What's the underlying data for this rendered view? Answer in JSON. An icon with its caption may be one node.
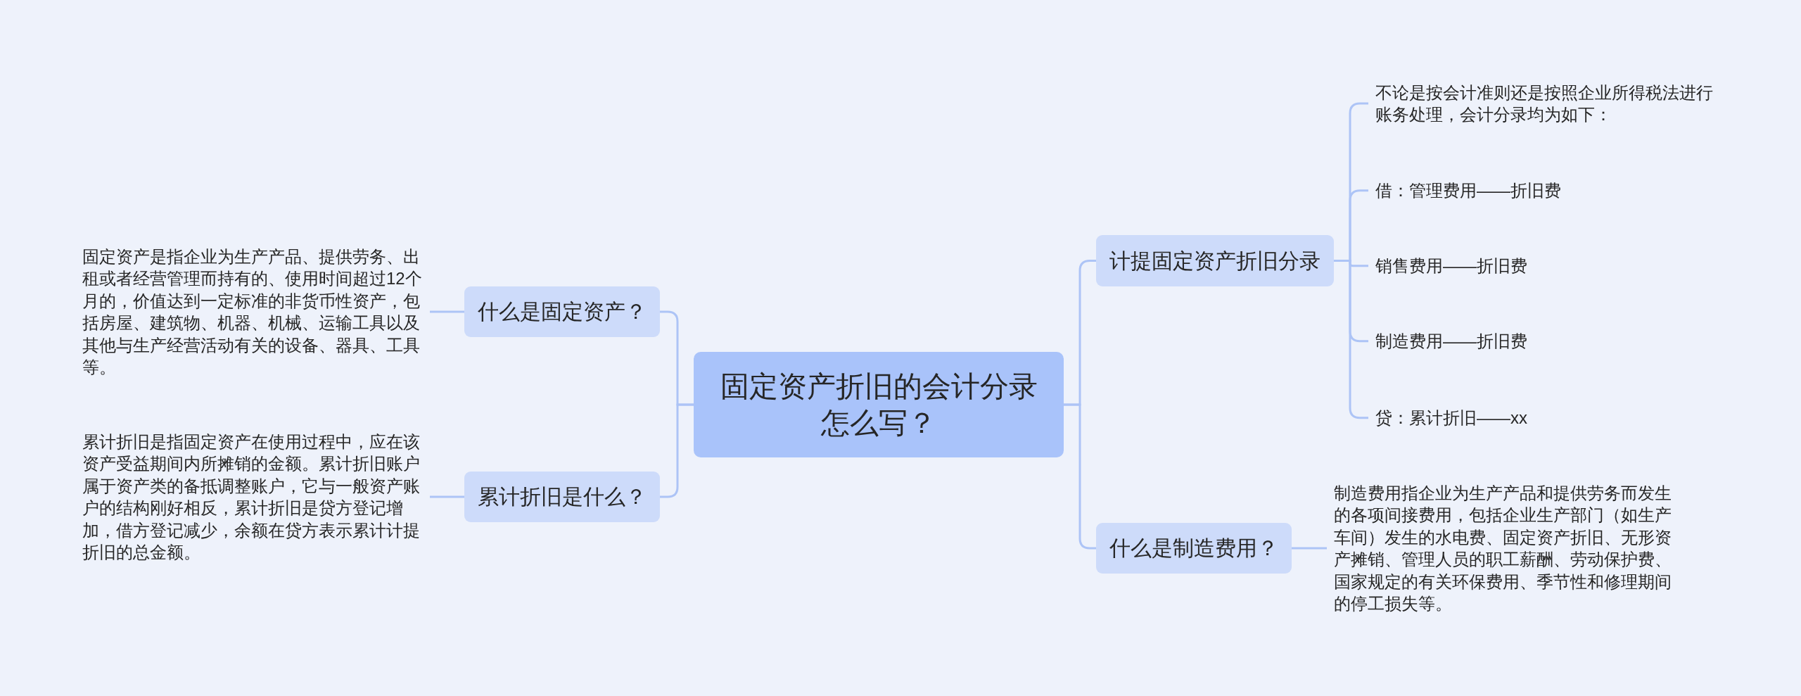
{
  "diagram": {
    "nodes": [
      {
        "text": [
          "固定资产折旧的会计分录怎么写？"
        ]
      },
      {
        "text": [
          "什么是固定资产？"
        ]
      },
      {
        "text": [
          "固定资产是指企业为生产产品、提供劳务、出租或者经营管理而持有的、使用时间超过12个月的，价值达到一定标准的非货币性资产，包括房屋、建筑物、机器、机械、运输工具以及其他与生产经营活动有关的设备、器具、工具等。"
        ]
      },
      {
        "text": [
          "累计折旧是什么？"
        ]
      },
      {
        "text": [
          "累计折旧是指固定资产在使用过程中，应在该资产受益期间内所摊销的金额。累计折旧账户属于资产类的备抵调整账户，它与一般资产账户的结构刚好相反，累计折旧是贷方登记增加，借方登记减少，余额在贷方表示累计计提折旧的总金额。"
        ]
      },
      {
        "text": [
          "计提固定资产折旧分录"
        ]
      },
      {
        "text": [
          "不论是按会计准则还是按照企业所得税法进行账务处理，会计分录均为如下："
        ]
      },
      {
        "text": [
          "借：管理费用——折旧费"
        ]
      },
      {
        "text": [
          "销售费用——折旧费"
        ]
      },
      {
        "text": [
          "制造费用——折旧费"
        ]
      },
      {
        "text": [
          "贷：累计折旧——xx"
        ]
      },
      {
        "text": [
          "什么是制造费用？"
        ]
      },
      {
        "text": [
          "制造费用指企业为生产产品和提供劳务而发生的各项间接费用，包括企业生产部门（如生产车间）发生的水电费、固定资产折旧、无形资产摊销、管理人员的职工薪酬、劳动保护费、国家规定的有关环保费用、季节性和修理期间的停工损失等。"
        ]
      }
    ],
    "edges": [
      {
        "from": 0,
        "to": 1,
        "arrow": "none"
      },
      {
        "from": 1,
        "to": 2,
        "arrow": "none"
      },
      {
        "from": 0,
        "to": 3,
        "arrow": "none"
      },
      {
        "from": 3,
        "to": 4,
        "arrow": "none"
      },
      {
        "from": 0,
        "to": 5,
        "arrow": "none"
      },
      {
        "from": 5,
        "to": 6,
        "arrow": "none"
      },
      {
        "from": 5,
        "to": 7,
        "arrow": "none"
      },
      {
        "from": 5,
        "to": 8,
        "arrow": "none"
      },
      {
        "from": 5,
        "to": 9,
        "arrow": "none"
      },
      {
        "from": 5,
        "to": 10,
        "arrow": "none"
      },
      {
        "from": 0,
        "to": 11,
        "arrow": "none"
      },
      {
        "from": 11,
        "to": 12,
        "arrow": "none"
      }
    ]
  }
}
